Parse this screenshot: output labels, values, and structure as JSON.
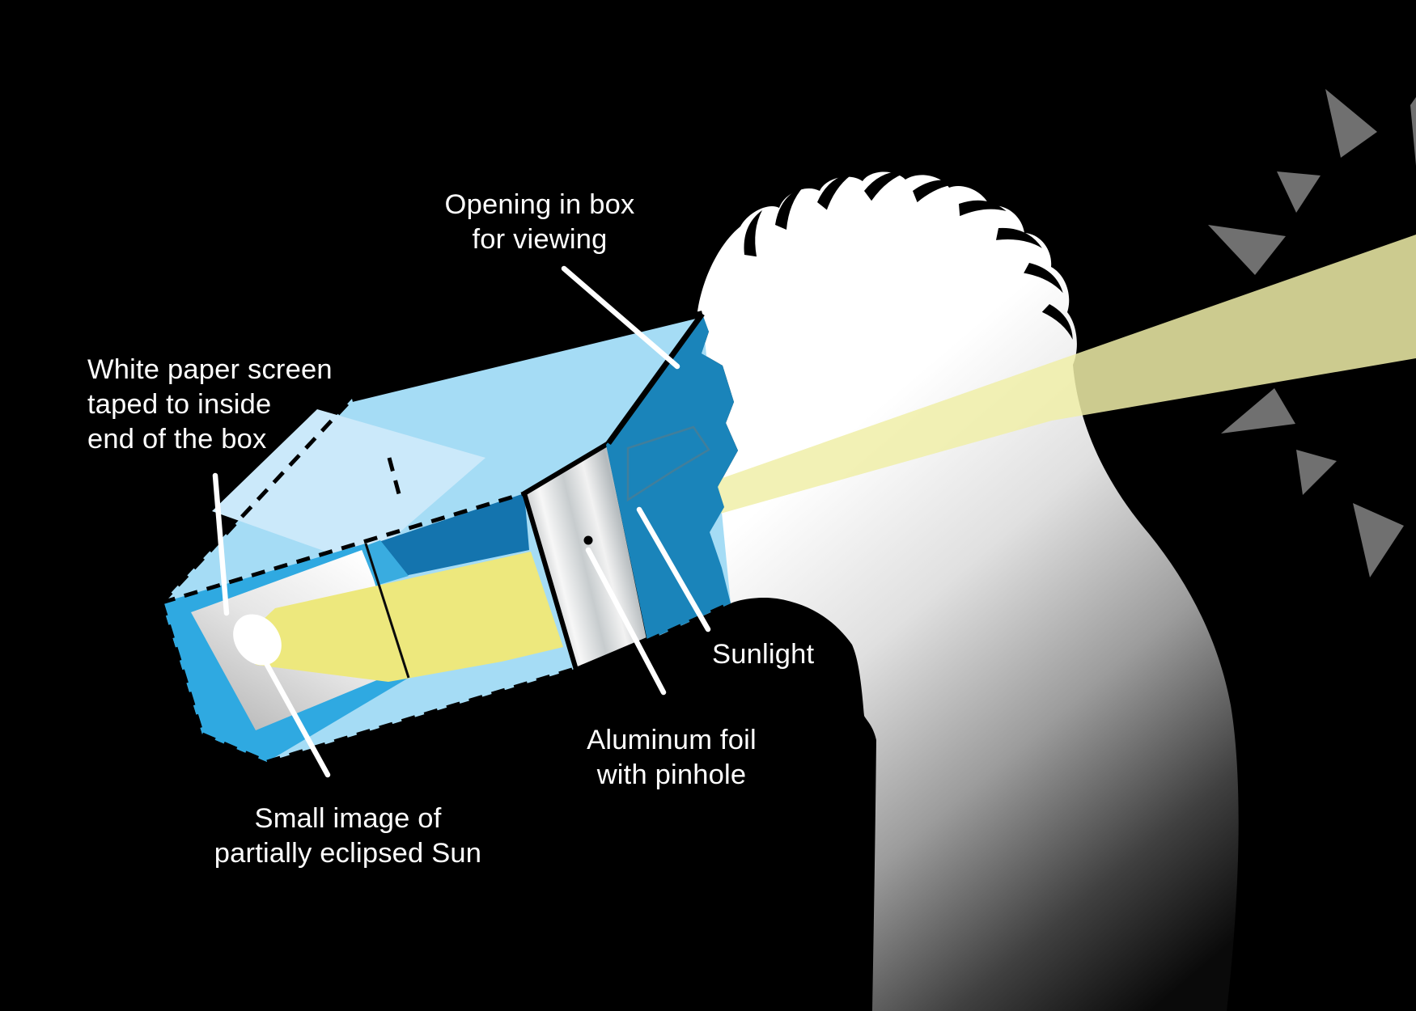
{
  "diagram": {
    "type": "pinhole-projector-eclipse-viewer",
    "labels": {
      "opening": "Opening in box\nfor viewing",
      "white_paper": "White paper screen\ntaped to inside\nend of the box",
      "sunlight": "Sunlight",
      "aluminum_foil": "Aluminum foil\nwith pinhole",
      "small_image": "Small image of\npartially eclipsed Sun"
    },
    "colors": {
      "background": "#000000",
      "box_light_blue": "#A5DCF5",
      "box_lighter_blue": "#CBE9FA",
      "box_medium_blue": "#2FA9E1",
      "box_dark_blue": "#1474AE",
      "opening_blue": "#1A84BA",
      "beam_outer": "#F0EEA8",
      "beam_inner": "#EDE87D",
      "ray_gray": "#707070",
      "label_text": "#FFFFFF",
      "leader_line": "#FFFFFF"
    }
  }
}
